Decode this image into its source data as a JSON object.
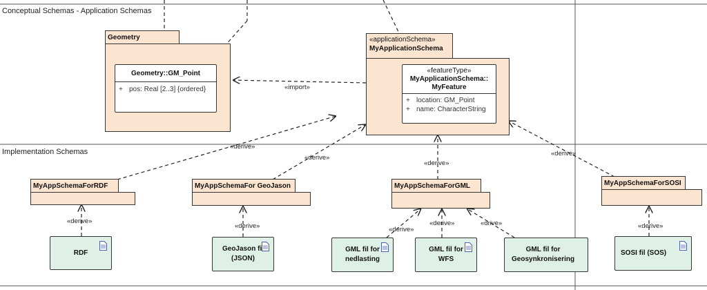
{
  "swimlanes": {
    "conceptual": "Conceptual Schemas - Application Schemas",
    "implementation": "Implementation Schemas"
  },
  "geometry_package": {
    "name": "Geometry",
    "class": {
      "name": "Geometry::GM_Point",
      "attributes": [
        {
          "visibility": "+",
          "text": "pos: Real [2..3] {ordered}"
        }
      ]
    }
  },
  "app_package": {
    "stereotype": "«applicationSchema»",
    "name": "MyApplicationSchema",
    "class": {
      "stereotype": "«featureType»",
      "name_line1": "MyApplicationSchema::",
      "name_line2": "MyFeature",
      "attributes": [
        {
          "visibility": "+",
          "text": "location: GM_Point"
        },
        {
          "visibility": "+",
          "text": "name: CharacterString"
        }
      ]
    }
  },
  "impl_packages": {
    "rdf": "MyAppSchemaForRDF",
    "geojason": "MyAppSchemaFor GeoJason",
    "gml": "MyAppSchemaForGML",
    "sosi": "MyAppSchemaForSOSI"
  },
  "artifacts": {
    "rdf": "RDF",
    "geojson_line1": "GeoJason fil",
    "geojson_line2": "(JSON)",
    "gml_nedlasting_line1": "GML fil for",
    "gml_nedlasting_line2": "nedlasting",
    "gml_wfs_line1": "GML fil for",
    "gml_wfs_line2": "WFS",
    "gml_geosynk_line1": "GML fil for",
    "gml_geosynk_line2": "Geosynkronisering",
    "sosi": "SOSI fil (SOS)"
  },
  "connector_labels": {
    "import": "«import»",
    "derive": "«derive»",
    "drive": "«drive»"
  },
  "colors": {
    "package_fill": "#fce5d0",
    "artifact_fill": "#dff0e6",
    "line": "#222222"
  }
}
